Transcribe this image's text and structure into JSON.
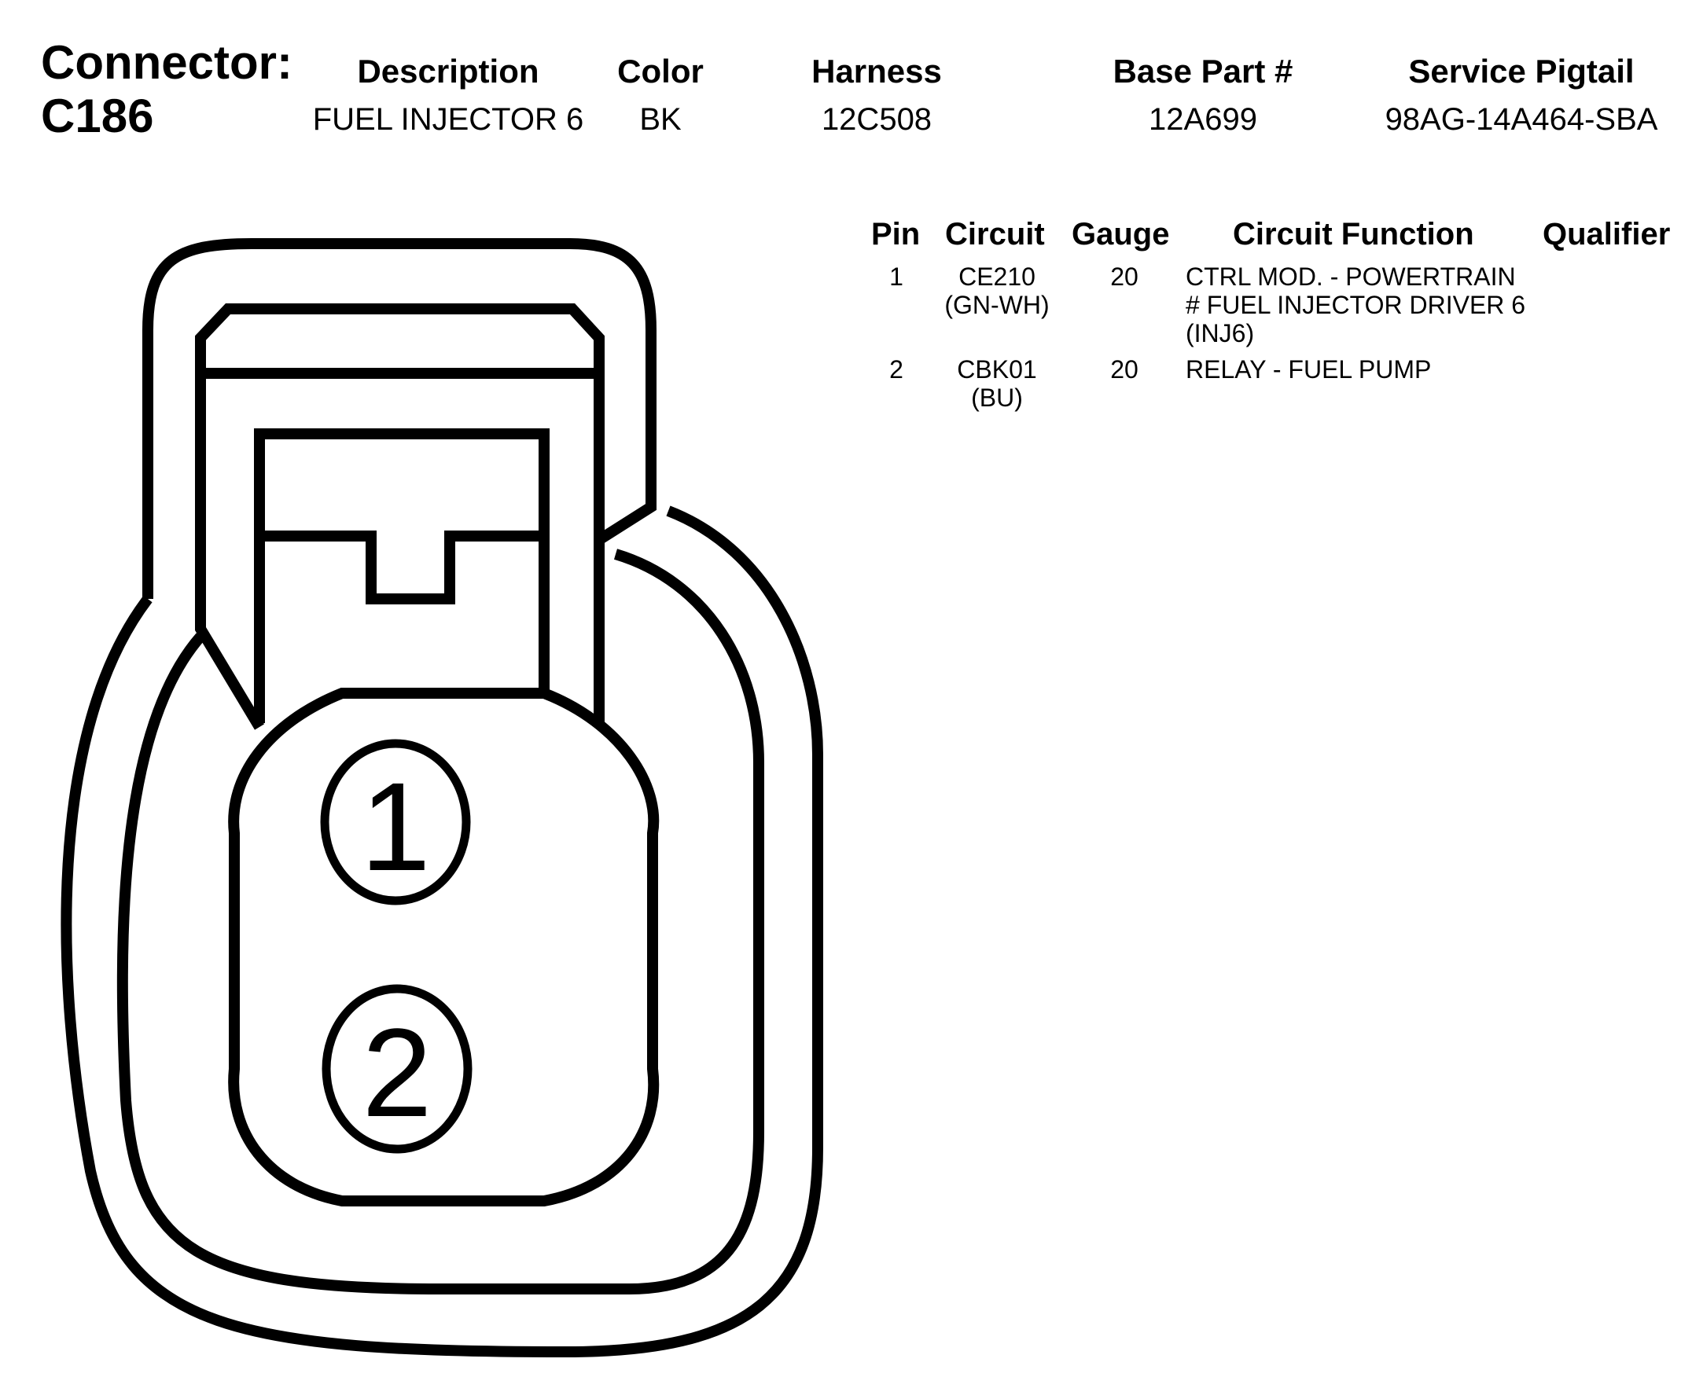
{
  "connector": {
    "label": "Connector:",
    "id": "C186"
  },
  "header": {
    "description": {
      "label": "Description",
      "value": "FUEL INJECTOR 6"
    },
    "color": {
      "label": "Color",
      "value": "BK"
    },
    "harness": {
      "label": "Harness",
      "value": "12C508"
    },
    "base_part": {
      "label": "Base Part #",
      "value": "12A699"
    },
    "service_pigtail": {
      "label": "Service Pigtail",
      "value": "98AG-14A464-SBA"
    }
  },
  "pin_table": {
    "columns": [
      "Pin",
      "Circuit",
      "Gauge",
      "Circuit Function",
      "Qualifier"
    ],
    "rows": [
      {
        "pin": "1",
        "circuit": [
          "CE210",
          "(GN-WH)"
        ],
        "gauge": "20",
        "function": [
          "CTRL MOD. - POWERTRAIN",
          "# FUEL INJECTOR DRIVER 6",
          "(INJ6)"
        ],
        "qualifier": ""
      },
      {
        "pin": "2",
        "circuit": [
          "CBK01",
          "(BU)"
        ],
        "gauge": "20",
        "function": [
          "RELAY - FUEL PUMP"
        ],
        "qualifier": ""
      }
    ]
  },
  "diagram": {
    "pin_labels": [
      "1",
      "2"
    ]
  }
}
